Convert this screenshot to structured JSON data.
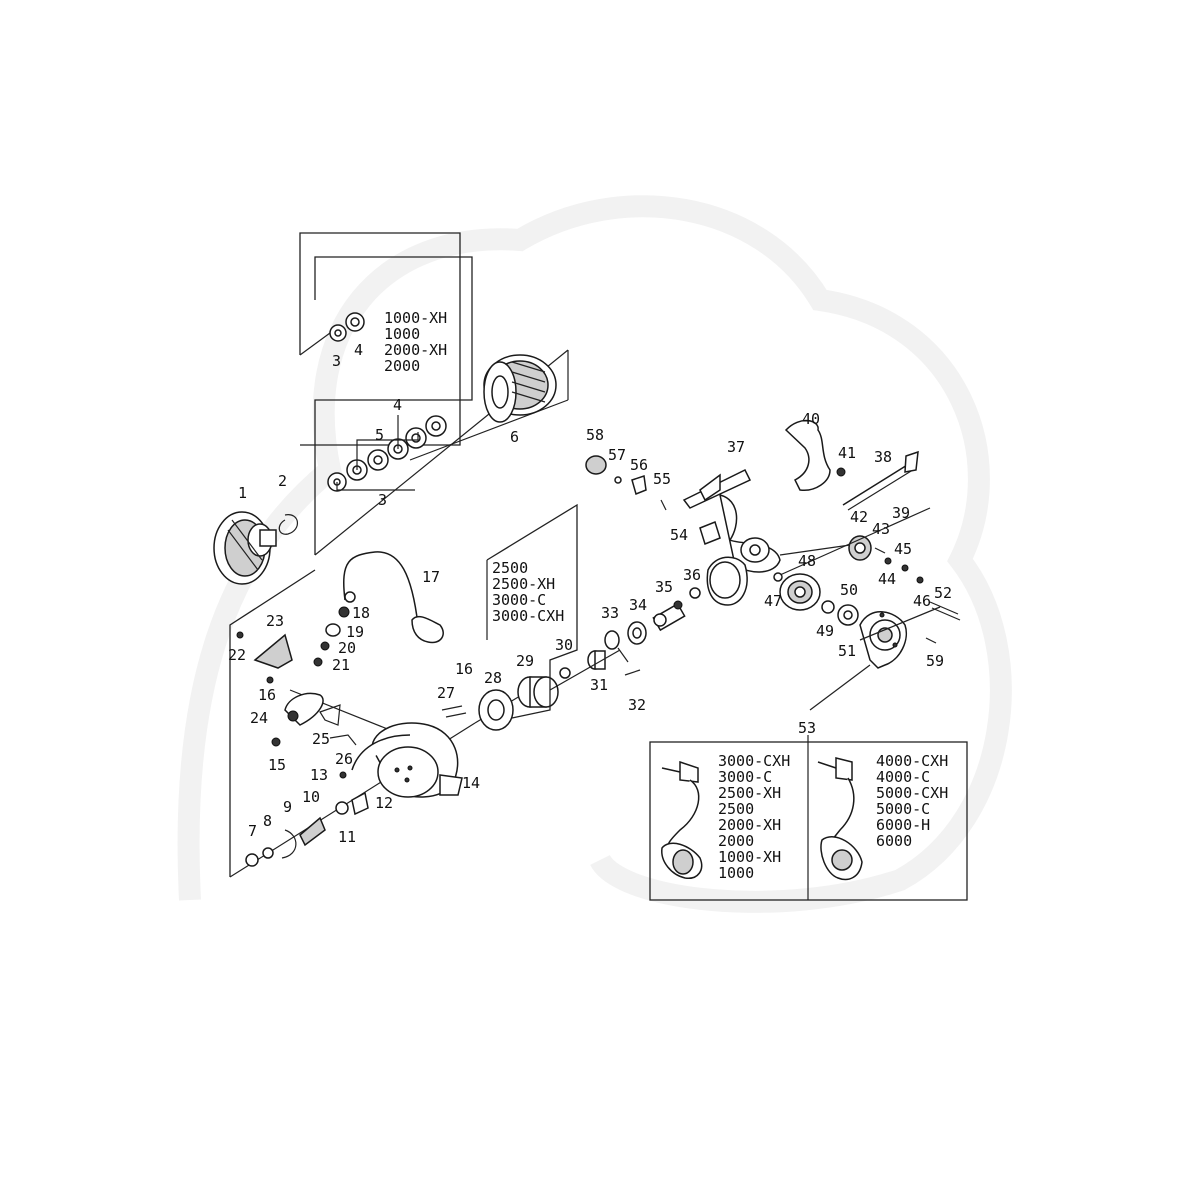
{
  "parts": [
    "1",
    "2",
    "3",
    "4",
    "5",
    "6",
    "7",
    "8",
    "9",
    "10",
    "11",
    "12",
    "13",
    "14",
    "15",
    "16",
    "17",
    "18",
    "19",
    "20",
    "21",
    "22",
    "23",
    "24",
    "25",
    "26",
    "27",
    "28",
    "29",
    "30",
    "31",
    "32",
    "33",
    "34",
    "35",
    "36",
    "37",
    "38",
    "39",
    "40",
    "41",
    "42",
    "43",
    "44",
    "45",
    "46",
    "47",
    "48",
    "49",
    "50",
    "51",
    "52",
    "53",
    "54",
    "55",
    "56",
    "57",
    "58",
    "59"
  ],
  "spool_models_small": [
    "1000-XH",
    "1000",
    "2000-XH",
    "2000"
  ],
  "spool_models_large": [
    "2500",
    "2500-XH",
    "3000-C",
    "3000-CXH"
  ],
  "handle_models_left": [
    "3000-CXH",
    "3000-C",
    "2500-XH",
    "2500",
    "2000-XH",
    "2000",
    "1000-XH",
    "1000"
  ],
  "handle_models_right": [
    "4000-CXH",
    "4000-C",
    "5000-CXH",
    "5000-C",
    "6000-H",
    "6000"
  ]
}
